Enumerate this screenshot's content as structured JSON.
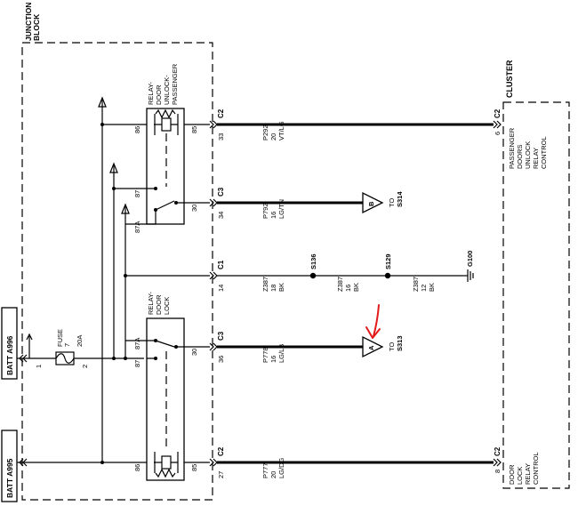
{
  "junction_block": [
    "JUNCTION",
    "BLOCK"
  ],
  "cluster": "CLUSTER",
  "batt_top": "BATT A996",
  "batt_bottom": "BATT A995",
  "fuse": {
    "label": "FUSE",
    "number": "7",
    "rating": "20A",
    "pin_in": "1",
    "pin_out": "2"
  },
  "relay_passenger": {
    "label": [
      "RELAY-",
      "DOOR",
      "UNLOCK-",
      "PASSENGER"
    ],
    "pins": [
      "86",
      "85",
      "87",
      "87A",
      "30"
    ]
  },
  "relay_lock": {
    "label": [
      "RELAY-",
      "DOOR",
      "LOCK"
    ],
    "pins": [
      "87A",
      "87",
      "30",
      "86",
      "85"
    ]
  },
  "wires": [
    {
      "connector": "C2",
      "pin": "33",
      "circuit": "P292",
      "gauge": "20",
      "color": "VT/LG"
    },
    {
      "connector": "C3",
      "pin": "34",
      "circuit": "P792",
      "gauge": "16",
      "color": "LG/TN"
    },
    {
      "connector": "C1",
      "pin": "14",
      "circuit": "Z387",
      "gauge": "18",
      "color": "BK"
    },
    {
      "connector": "C3",
      "pin": "36",
      "circuit": "P778",
      "gauge": "16",
      "color": "LG/LB"
    },
    {
      "connector": "C2",
      "pin": "27",
      "circuit": "P777",
      "gauge": "20",
      "color": "LG/DG"
    }
  ],
  "ground_chain": {
    "splice1": "S136",
    "wire2": {
      "circuit": "Z387",
      "gauge": "16",
      "color": "BK"
    },
    "splice2": "S129",
    "wire3": {
      "circuit": "Z387",
      "gauge": "12",
      "color": "BK"
    },
    "ground": "G100"
  },
  "arrows": [
    {
      "letter": "B",
      "to": "TO",
      "dest": "S314"
    },
    {
      "letter": "A",
      "to": "TO",
      "dest": "S313"
    }
  ],
  "cluster_pins": [
    {
      "connector": "C2",
      "pin": "6",
      "label": [
        "PASSENGER",
        "DOORS",
        "UNLOCK",
        "RELAY",
        "CONTROL"
      ]
    },
    {
      "connector": "C2",
      "pin": "8",
      "label": [
        "DOOR",
        "LOCK",
        "RELAY",
        "CONTROL"
      ]
    }
  ],
  "annotation_color": "#e31b1b"
}
